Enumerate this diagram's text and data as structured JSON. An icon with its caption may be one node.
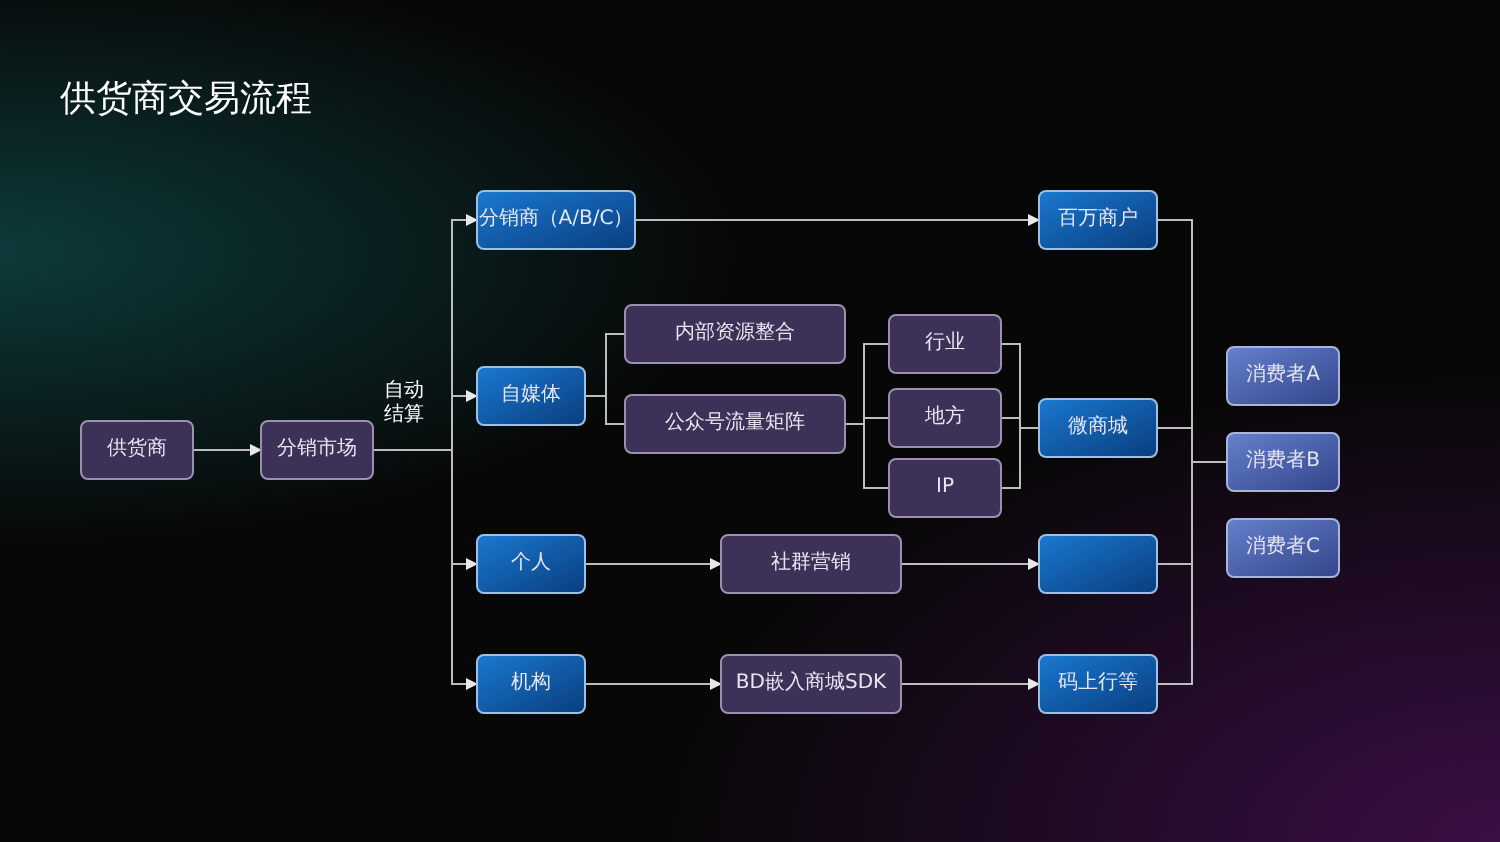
{
  "diagram": {
    "title": "供货商交易流程",
    "nodes": [
      {
        "text": [
          "供货商"
        ]
      },
      {
        "text": [
          "分销市场"
        ]
      },
      {
        "text": [
          "分销商（A/B/C）"
        ]
      },
      {
        "text": [
          "自媒体"
        ]
      },
      {
        "text": [
          "个人"
        ]
      },
      {
        "text": [
          "机构"
        ]
      },
      {
        "text": [
          "内部资源整合"
        ]
      },
      {
        "text": [
          "公众号流量矩阵"
        ]
      },
      {
        "text": [
          "行业"
        ]
      },
      {
        "text": [
          "地方"
        ]
      },
      {
        "text": [
          "IP"
        ]
      },
      {
        "text": [
          "社群营销"
        ]
      },
      {
        "text": [
          "BD嵌入商城SDK"
        ]
      },
      {
        "text": [
          "百万商户"
        ]
      },
      {
        "text": [
          "微商城"
        ]
      },
      {
        "text": [],
        "shape": "box"
      },
      {
        "text": [
          "码上行等"
        ]
      },
      {
        "text": [
          "消费者A"
        ]
      },
      {
        "text": [
          "消费者B"
        ]
      },
      {
        "text": [
          "消费者C"
        ]
      }
    ],
    "edges": [
      {
        "from": 0,
        "to": 1,
        "arrow": "to"
      },
      {
        "from": 1,
        "to": 2,
        "arrow": "to"
      },
      {
        "from": 1,
        "to": 3,
        "arrow": "to"
      },
      {
        "from": 1,
        "to": 4,
        "arrow": "to"
      },
      {
        "from": 1,
        "to": 5,
        "arrow": "to"
      },
      {
        "from": 3,
        "to": 6,
        "arrow": "none"
      },
      {
        "from": 3,
        "to": 7,
        "arrow": "none"
      },
      {
        "from": 7,
        "to": 8,
        "arrow": "none"
      },
      {
        "from": 7,
        "to": 9,
        "arrow": "none"
      },
      {
        "from": 7,
        "to": 10,
        "arrow": "none"
      },
      {
        "from": 8,
        "to": 14,
        "arrow": "none"
      },
      {
        "from": 9,
        "to": 14,
        "arrow": "none"
      },
      {
        "from": 10,
        "to": 14,
        "arrow": "none"
      },
      {
        "from": 2,
        "to": 13,
        "arrow": "to"
      },
      {
        "from": 4,
        "to": 11,
        "arrow": "to"
      },
      {
        "from": 11,
        "to": 15,
        "arrow": "to"
      },
      {
        "from": 5,
        "to": 12,
        "arrow": "to"
      },
      {
        "from": 12,
        "to": 16,
        "arrow": "to"
      },
      {
        "from": 13,
        "to": 18,
        "arrow": "none"
      },
      {
        "from": 14,
        "to": 18,
        "arrow": "none"
      },
      {
        "from": 15,
        "to": 18,
        "arrow": "none"
      },
      {
        "from": 16,
        "to": 18,
        "arrow": "none"
      }
    ],
    "labels": [
      "自动结算"
    ]
  }
}
